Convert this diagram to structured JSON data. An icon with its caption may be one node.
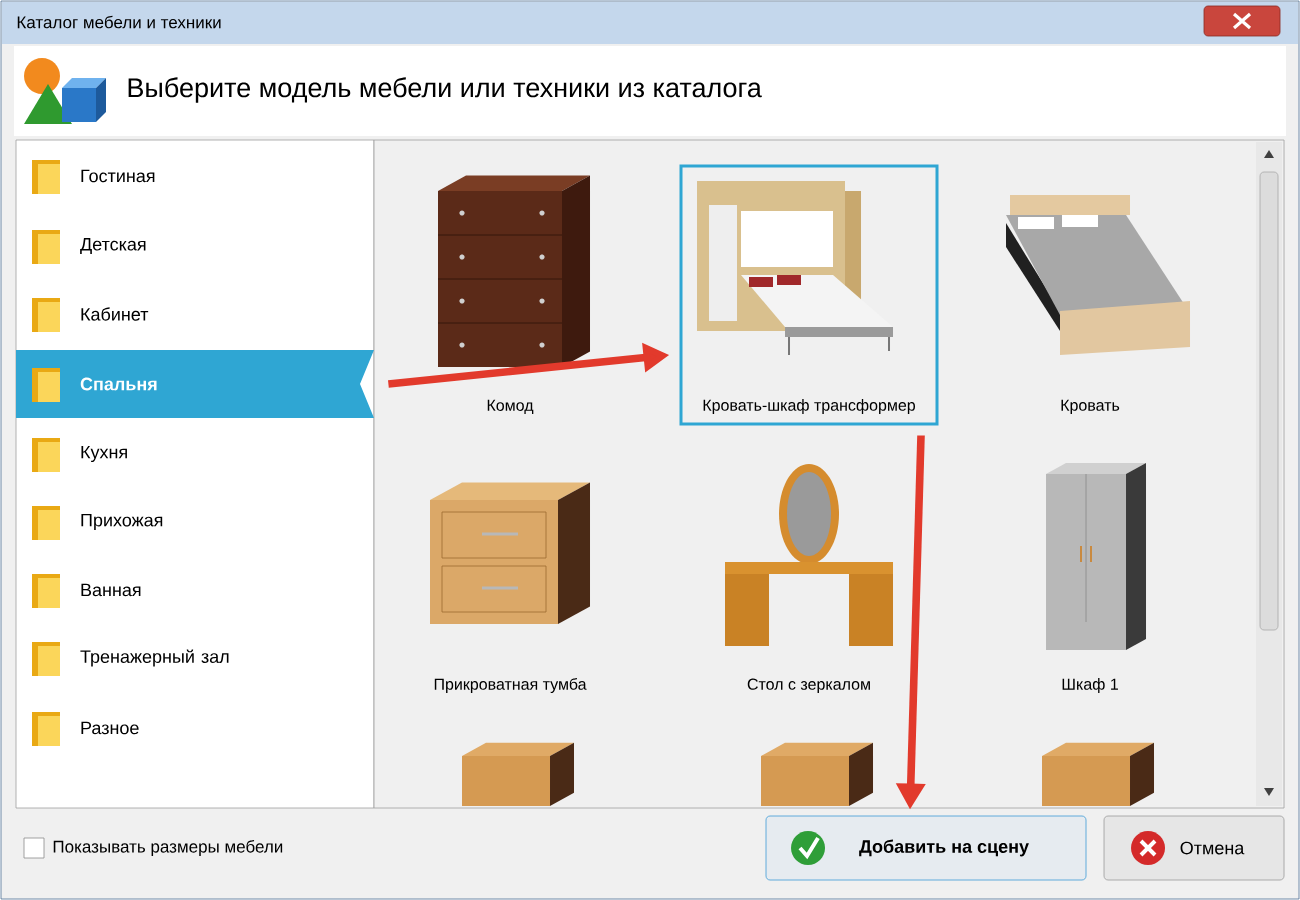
{
  "diagram": {
    "title": "Каталог мебели и техники",
    "nodes": [
      {
        "text": [
          "Гостиная"
        ]
      },
      {
        "text": [
          "Детская"
        ]
      },
      {
        "text": [
          "Кабинет"
        ]
      },
      {
        "text": [
          "Спальня"
        ]
      },
      {
        "text": [
          "Кухня"
        ]
      },
      {
        "text": [
          "Прихожая"
        ]
      },
      {
        "text": [
          "Ванная"
        ]
      },
      {
        "text": [
          "Тренажерный зал"
        ]
      },
      {
        "text": [
          "Разное"
        ]
      },
      {
        "text": [
          "Комод"
        ]
      },
      {
        "text": [
          "Кровать-шкаф трансформер"
        ]
      },
      {
        "text": [
          "Кровать"
        ]
      },
      {
        "text": [
          "Прикроватная тумба"
        ]
      },
      {
        "text": [
          "Стол с зеркалом"
        ]
      },
      {
        "text": [
          "Шкаф 1"
        ]
      },
      {
        "text": [],
        "shape": "box"
      },
      {
        "text": [],
        "shape": "box"
      },
      {
        "text": [],
        "shape": "box"
      },
      {
        "text": [
          "Добавить на сцену"
        ]
      },
      {
        "text": [
          "Отмена"
        ]
      }
    ],
    "edges": [
      {
        "from": 3,
        "to": 10,
        "arrow": "to"
      },
      {
        "from": 10,
        "to": 18,
        "arrow": "to"
      }
    ],
    "labels": [
      "Выберите модель мебели или техники из каталога",
      "Показывать размеры мебели"
    ]
  }
}
